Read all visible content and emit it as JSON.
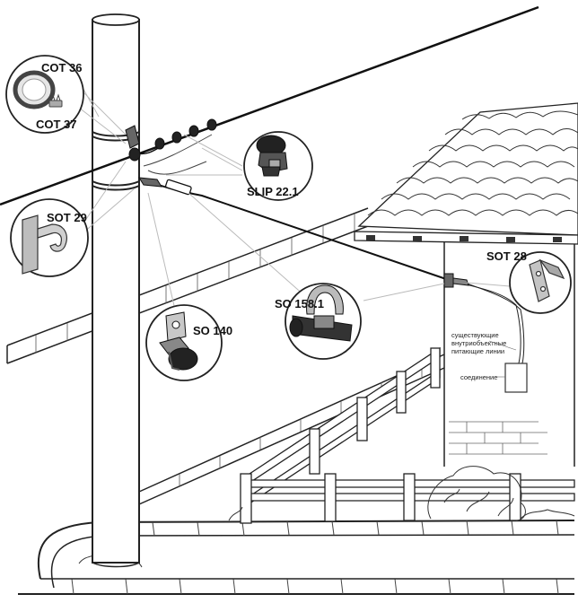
{
  "labels": {
    "cot36": "COT 36",
    "cot37": "COT 37",
    "sot29": "SOT 29",
    "slip221": "SLIP 22.1",
    "so140": "SO 140",
    "so1581": "SO 158.1",
    "sot28": "SOT 28"
  },
  "annotations": {
    "existing_line_1": "существующие",
    "existing_line_2": "внутриобъектные",
    "existing_line_3": "питающие линии",
    "connection": "соединение"
  },
  "colors": {
    "line": "#111111",
    "hardware": "#555555",
    "callout": "#bbbbbb"
  }
}
